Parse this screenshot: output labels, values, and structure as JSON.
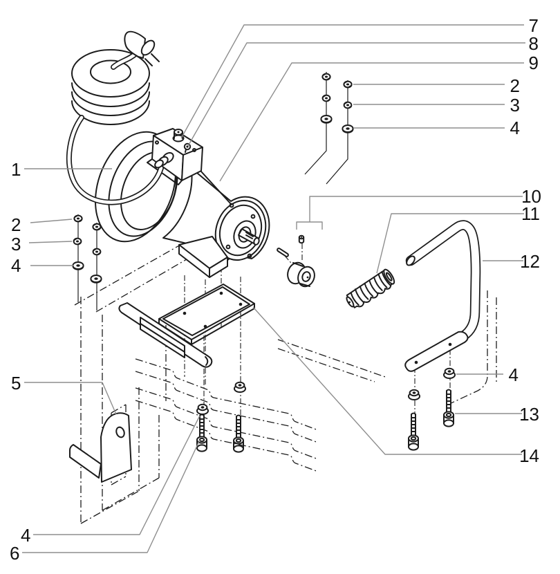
{
  "diagram": {
    "type": "exploded-parts-diagram",
    "colors": {
      "background": "#ffffff",
      "line": "#1c1c1c",
      "leader": "#8e8e8e",
      "label": "#111111"
    },
    "callouts": {
      "left": [
        {
          "label": "1"
        },
        {
          "label": "2"
        },
        {
          "label": "3"
        },
        {
          "label": "4"
        },
        {
          "label": "5"
        },
        {
          "label": "4"
        },
        {
          "label": "6"
        }
      ],
      "right": [
        {
          "label": "7"
        },
        {
          "label": "8"
        },
        {
          "label": "9"
        },
        {
          "label": "2"
        },
        {
          "label": "3"
        },
        {
          "label": "4"
        },
        {
          "label": "10"
        },
        {
          "label": "11"
        },
        {
          "label": "12"
        },
        {
          "label": "4"
        },
        {
          "label": "13"
        },
        {
          "label": "14"
        }
      ]
    }
  }
}
